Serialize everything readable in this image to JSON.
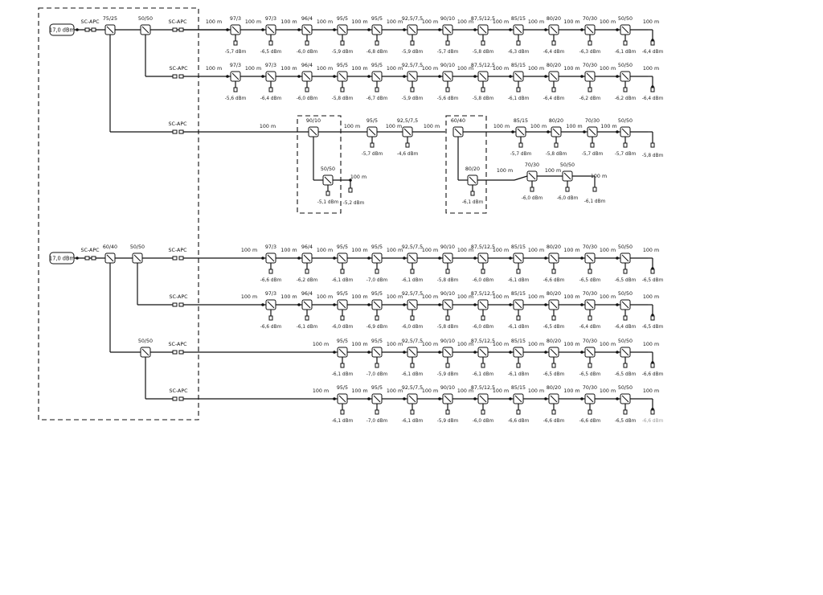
{
  "sources": [
    {
      "label": "17,0 dBm"
    },
    {
      "label": "17,0 dBm"
    }
  ],
  "connector_label": "SC-APC",
  "span_label": "100 m",
  "splitters_top": {
    "first": "75/25",
    "second": "50/50"
  },
  "splitters_bottom": {
    "first": "60/40",
    "second": "50/50",
    "third": "50/50"
  },
  "rows": [
    {
      "span_first": "100 m",
      "taps": [
        {
          "ratio": "97/3",
          "power": "-5,7 dBm"
        },
        {
          "ratio": "97/3",
          "power": "-6,5 dBm"
        },
        {
          "ratio": "96/4",
          "power": "-6,0 dBm"
        },
        {
          "ratio": "95/5",
          "power": "-5,9 dBm"
        },
        {
          "ratio": "95/5",
          "power": "-6,8 dBm"
        },
        {
          "ratio": "92,5/7,5",
          "power": "-5,9 dBm"
        },
        {
          "ratio": "90/10",
          "power": "-5,7 dBm"
        },
        {
          "ratio": "87,5/12,5",
          "power": "-5,8 dBm"
        },
        {
          "ratio": "85/15",
          "power": "-6,3 dBm"
        },
        {
          "ratio": "80/20",
          "power": "-6,4 dBm"
        },
        {
          "ratio": "70/30",
          "power": "-6,3 dBm"
        },
        {
          "ratio": "50/50",
          "power": "-6,1 dBm"
        }
      ],
      "end_power": "-6,4 dBm"
    },
    {
      "span_first": "100 m",
      "taps": [
        {
          "ratio": "97/3",
          "power": "-5,6 dBm"
        },
        {
          "ratio": "97/3",
          "power": "-6,4 dBm"
        },
        {
          "ratio": "96/4",
          "power": "-6,0 dBm"
        },
        {
          "ratio": "95/5",
          "power": "-5,8 dBm"
        },
        {
          "ratio": "95/5",
          "power": "-6,7 dBm"
        },
        {
          "ratio": "92,5/7,5",
          "power": "-5,9 dBm"
        },
        {
          "ratio": "90/10",
          "power": "-5,6 dBm"
        },
        {
          "ratio": "87,5/12,5",
          "power": "-5,8 dBm"
        },
        {
          "ratio": "85/15",
          "power": "-6,1 dBm"
        },
        {
          "ratio": "80/20",
          "power": "-6,4 dBm"
        },
        {
          "ratio": "70/30",
          "power": "-6,2 dBm"
        },
        {
          "ratio": "50/50",
          "power": "-6,2 dBm"
        }
      ],
      "end_power": "-6,4 dBm"
    },
    {
      "span_first": "100 m",
      "taps": [
        {
          "ratio": "97/3",
          "power": "-6,6 dBm"
        },
        {
          "ratio": "96/4",
          "power": "-6,2 dBm"
        },
        {
          "ratio": "95/5",
          "power": "-6,1 dBm"
        },
        {
          "ratio": "95/5",
          "power": "-7,0 dBm"
        },
        {
          "ratio": "92,5/7,5",
          "power": "-6,1 dBm"
        },
        {
          "ratio": "90/10",
          "power": "-5,8 dBm"
        },
        {
          "ratio": "87,5/12,5",
          "power": "-6,0 dBm"
        },
        {
          "ratio": "85/15",
          "power": "-6,1 dBm"
        },
        {
          "ratio": "80/20",
          "power": "-6,6 dBm"
        },
        {
          "ratio": "70/30",
          "power": "-6,5 dBm"
        },
        {
          "ratio": "50/50",
          "power": "-6,5 dBm"
        }
      ],
      "end_power": "-6,5 dBm"
    },
    {
      "span_first": "100 m",
      "taps": [
        {
          "ratio": "97/3",
          "power": "-6,6 dBm"
        },
        {
          "ratio": "96/4",
          "power": "-6,1 dBm"
        },
        {
          "ratio": "95/5",
          "power": "-6,0 dBm"
        },
        {
          "ratio": "95/5",
          "power": "-6,9 dBm"
        },
        {
          "ratio": "92,5/7,5",
          "power": "-6,0 dBm"
        },
        {
          "ratio": "90/10",
          "power": "-5,8 dBm"
        },
        {
          "ratio": "87,5/12,5",
          "power": "-6,0 dBm"
        },
        {
          "ratio": "85/15",
          "power": "-6,1 dBm"
        },
        {
          "ratio": "80/20",
          "power": "-6,5 dBm"
        },
        {
          "ratio": "70/30",
          "power": "-6,4 dBm"
        },
        {
          "ratio": "50/50",
          "power": "-6,4 dBm"
        }
      ],
      "end_power": "-6,5 dBm"
    },
    {
      "span_first": "100 m",
      "taps": [
        {
          "ratio": "95/5",
          "power": "-6,1 dBm"
        },
        {
          "ratio": "95/5",
          "power": "-7,0 dBm"
        },
        {
          "ratio": "92,5/7,5",
          "power": "-6,1 dBm"
        },
        {
          "ratio": "90/10",
          "power": "-5,9 dBm"
        },
        {
          "ratio": "87,5/12,5",
          "power": "-6,1 dBm"
        },
        {
          "ratio": "85/15",
          "power": "-6,1 dBm"
        },
        {
          "ratio": "80/20",
          "power": "-6,5 dBm"
        },
        {
          "ratio": "70/30",
          "power": "-6,5 dBm"
        },
        {
          "ratio": "50/50",
          "power": "-6,5 dBm"
        }
      ],
      "end_power": "-6,6 dBm"
    },
    {
      "span_first": "100 m",
      "taps": [
        {
          "ratio": "95/5",
          "power": "-6,1 dBm"
        },
        {
          "ratio": "95/5",
          "power": "-7,0 dBm"
        },
        {
          "ratio": "92,5/7,5",
          "power": "-6,1 dBm"
        },
        {
          "ratio": "90/10",
          "power": "-5,9 dBm"
        },
        {
          "ratio": "87,5/12,5",
          "power": "-6,0 dBm"
        },
        {
          "ratio": "85/15",
          "power": "-6,6 dBm"
        },
        {
          "ratio": "80/20",
          "power": "-6,6 dBm"
        },
        {
          "ratio": "70/30",
          "power": "-6,6 dBm"
        },
        {
          "ratio": "50/50",
          "power": "-6,5 dBm"
        }
      ],
      "end_power": "-6,6 dBm"
    }
  ],
  "branch_row": {
    "span_first": "100 m",
    "group1": {
      "splitter": "90/10",
      "sub_splitter": "50/50",
      "sub_power": "-5,1 dBm",
      "sub_end_power": "-5,2 dBm"
    },
    "taps_a": [
      {
        "ratio": "95/5",
        "power": "-5,7 dBm"
      },
      {
        "ratio": "92,5/7,5",
        "power": "-4,6 dBm"
      }
    ],
    "group2": {
      "splitter": "60/40",
      "sub_splitter": "80/20",
      "sub_power": "-6,1 dBm"
    },
    "taps_b": [
      {
        "ratio": "85/15",
        "power": "-5,7 dBm"
      },
      {
        "ratio": "80/20",
        "power": "-5,8 dBm"
      },
      {
        "ratio": "70/30",
        "power": "-5,7 dBm"
      },
      {
        "ratio": "50/50",
        "power": "-5,7 dBm"
      }
    ],
    "end_power": "-5,8 dBm",
    "sub_taps": [
      {
        "ratio": "70/30",
        "power": "-6,0 dBm"
      },
      {
        "ratio": "50/50",
        "power": "-6,0 dBm"
      }
    ],
    "sub_end_power": "-6,1 dBm"
  }
}
